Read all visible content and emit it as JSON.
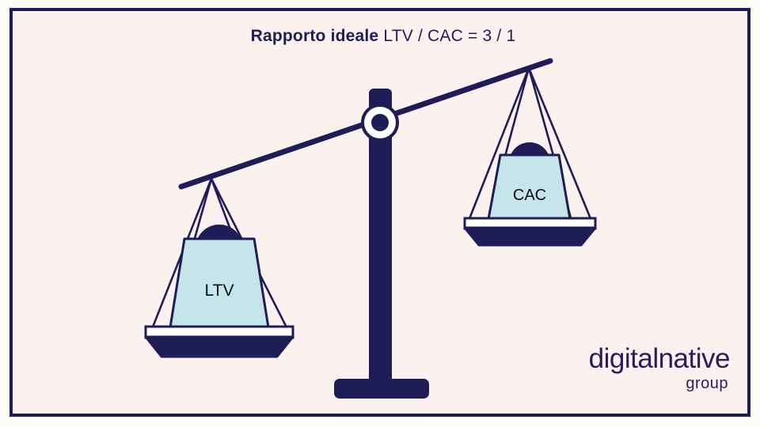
{
  "page": {
    "background_color": "#fbf1ef",
    "outer_background_color": "#fdfbf6",
    "border_color": "#1e1d58"
  },
  "title": {
    "bold_part": "Rapporto ideale",
    "light_part": "LTV / CAC = 3 / 1",
    "full": "Rapporto ideale LTV / CAC = 3 / 1",
    "color": "#1e1d58"
  },
  "illustration": {
    "type": "balance-scale",
    "description": "Unbalanced balance scale tilted down to the left",
    "navy": "#1e1d58",
    "weight_fill": "#c5e5ea",
    "pan_top": "#ffffff",
    "left_weight": {
      "label": "LTV",
      "side": "left",
      "state": "down",
      "relative_size": "large"
    },
    "right_weight": {
      "label": "CAC",
      "side": "right",
      "state": "up",
      "relative_size": "small"
    }
  },
  "logo": {
    "line1_part1": "digital",
    "line1_part2": "native",
    "line2": "group",
    "color": "#231f5e"
  }
}
